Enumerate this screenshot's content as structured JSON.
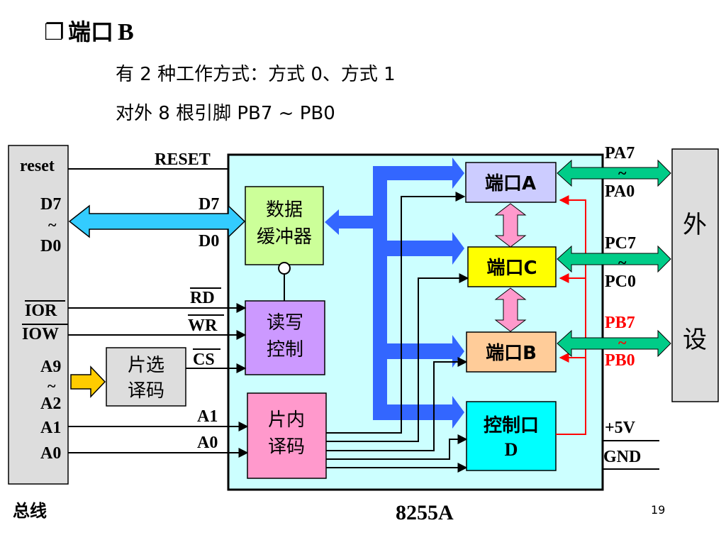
{
  "slide": {
    "bullet": "❐",
    "title_cn": "端口",
    "title_en": "B",
    "line1": "有 2 种工作方式：方式 0、方式 1",
    "line2": "对外 8 根引脚 PB7 ~ PB0",
    "page_number": "19"
  },
  "bus": {
    "caption": "总线",
    "reset": "reset",
    "d7": "D7",
    "tilde_d": "~",
    "d0": "D0",
    "ior": "IOR",
    "iow": "IOW",
    "a9": "A9",
    "tilde_a": "~",
    "a2": "A2",
    "a1": "A1",
    "a0": "A0"
  },
  "chip": {
    "caption": "8255A",
    "reset_pin": "RESET",
    "d7_pin": "D7",
    "d0_pin": "D0",
    "rd_pin": "RD",
    "wr_pin": "WR",
    "cs_pin": "CS",
    "a1_pin": "A1",
    "a0_pin": "A0",
    "data_buffer_line1": "数据",
    "data_buffer_line2": "缓冲器",
    "rw_control_line1": "读写",
    "rw_control_line2": "控制",
    "internal_decode_line1": "片内",
    "internal_decode_line2": "译码",
    "port_a": "端口A",
    "port_c": "端口C",
    "port_b": "端口B",
    "control_port_line1": "控制口",
    "control_port_line2": "D"
  },
  "chip_select": {
    "line1": "片选",
    "line2": "译码"
  },
  "external": {
    "peripheral_line1": "外",
    "peripheral_line2": "设",
    "pa7": "PA7",
    "pa_tilde": "~",
    "pa0": "PA0",
    "pc7": "PC7",
    "pc_tilde": "~",
    "pc0": "PC0",
    "pb7": "PB7",
    "pb_tilde": "~",
    "pb0": "PB0",
    "vcc": "+5V",
    "gnd": "GND"
  },
  "colors": {
    "chip_bg": "#ccffff",
    "data_buffer": "#ccff99",
    "rw_control": "#cc99ff",
    "internal_decode": "#ff99cc",
    "port_a": "#ccccff",
    "port_c": "#ffff00",
    "port_b": "#ffcc99",
    "control_port": "#00ffff",
    "bus_box": "#dddddd",
    "internal_bus": "#3366ff",
    "data_arrow": "#33ccff",
    "external_arrow": "#00cc88",
    "port_arrow": "#ff99cc",
    "control_feedback": "#ff0000",
    "highlight_text": "#ff0000",
    "title_color": "#0000ff",
    "cs_arrow": "#ffcc00"
  }
}
